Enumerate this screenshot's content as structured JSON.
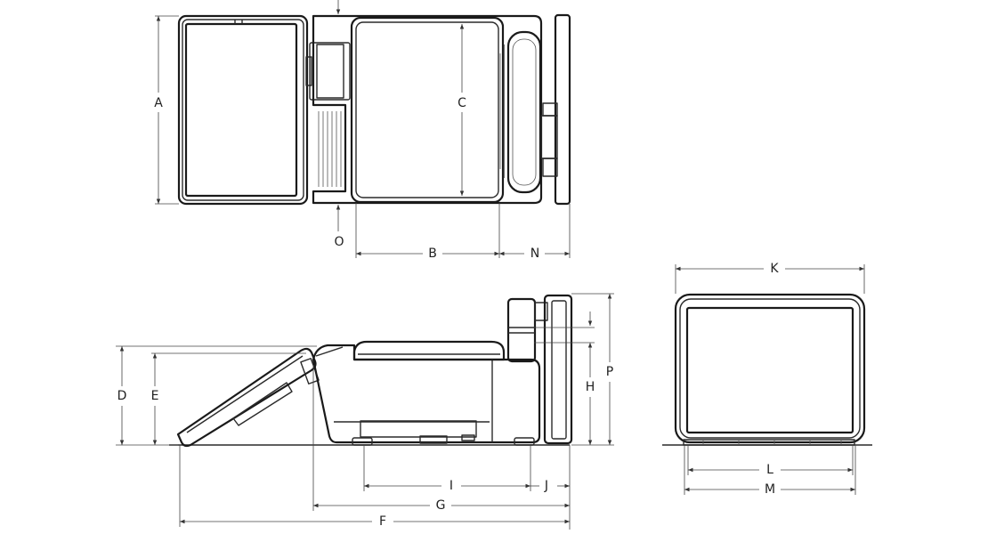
{
  "dimension_labels": {
    "A": "A",
    "B": "B",
    "C": "C",
    "D": "D",
    "E": "E",
    "F": "F",
    "G": "G",
    "H": "H",
    "I": "I",
    "J": "J",
    "K": "K",
    "L": "L",
    "M": "M",
    "N": "N",
    "O": "O",
    "P": "P"
  },
  "colors": {
    "line": "#2a2a2a",
    "background": "#ffffff"
  }
}
